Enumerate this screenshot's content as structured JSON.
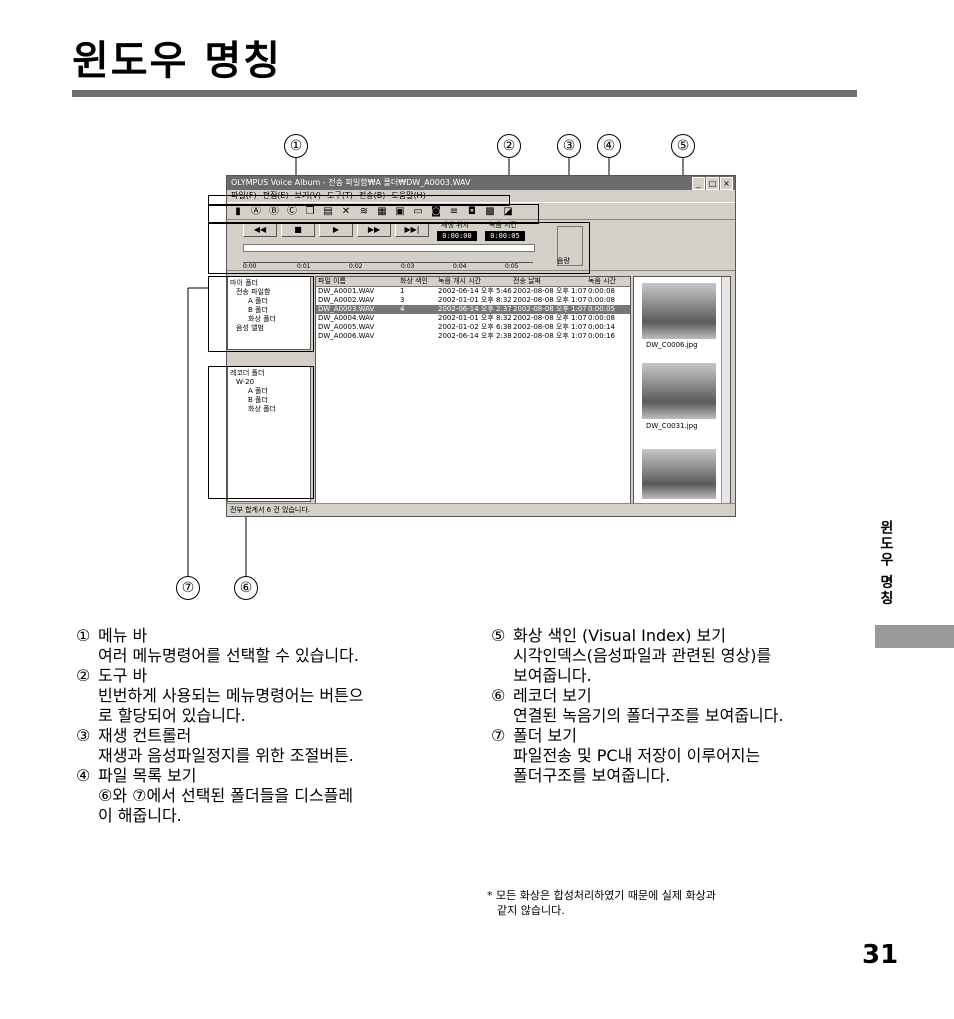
{
  "header": {
    "title": "윈도우 명칭"
  },
  "side_tab": {
    "label": "윈도우 명칭"
  },
  "callouts": [
    "①",
    "②",
    "③",
    "④",
    "⑤",
    "⑦",
    "⑥"
  ],
  "app": {
    "title": "OLYMPUS Voice Album - 전송 파일함₩A 폴더₩DW_A0003.WAV",
    "window_buttons": [
      "_",
      "□",
      "×"
    ],
    "menu": [
      "파일(F)",
      "편집(E)",
      "보기(V)",
      "도구(T)",
      "전송(B)",
      "도움말(H)"
    ],
    "toolbar_icons": [
      "record-icon",
      "a-icon",
      "b-icon",
      "c-icon",
      "copy-icon",
      "paste-icon",
      "delete-icon",
      "sort-icon",
      "view-icon",
      "grid-icon",
      "card-icon",
      "camera-icon",
      "bar-icon",
      "image-icon",
      "film-icon",
      "link-icon"
    ],
    "player": {
      "buttons": [
        "◀◀",
        "■",
        "▶",
        "▶▶",
        "▶▶|"
      ],
      "position_label": "재생 위치",
      "position_value": "0:00:00",
      "duration_label": "녹음 시간",
      "duration_value": "0:00:05",
      "volume_label": "음량",
      "scale_ticks": [
        "0:00",
        "0:01",
        "0:02",
        "0:03",
        "0:04",
        "0:05"
      ]
    },
    "my_folders": [
      "마이 폴더",
      "전송 파일함",
      "A 폴더",
      "B 폴더",
      "화상 폴더",
      "음성 앨범"
    ],
    "recorder_folders": [
      "레코더 폴더",
      "W-20",
      "A 폴더",
      "B 폴더",
      "화상 폴더"
    ],
    "file_list": {
      "columns": [
        "파일 이름",
        "화상 색인",
        "녹음 개시 시간",
        "전송 날짜",
        "녹음 시간"
      ],
      "rows": [
        [
          "DW_A0001.WAV",
          "1",
          "2002-06-14 오후 5:46",
          "2002-08-08 오후 1:07",
          "0:00:08"
        ],
        [
          "DW_A0002.WAV",
          "3",
          "2002-01-01 오후 8:32",
          "2002-08-08 오후 1:07",
          "0:00:08"
        ],
        [
          "DW_A0003.WAV",
          "4",
          "2002-06-14 오후 2:37",
          "2002-08-08 오후 1:07",
          "0:00:05"
        ],
        [
          "DW_A0004.WAV",
          "",
          "2002-01-01 오후 8:32",
          "2002-08-08 오후 1:07",
          "0:00:08"
        ],
        [
          "DW_A0005.WAV",
          "",
          "2002-01-02 오후 6:38",
          "2002-08-08 오후 1:07",
          "0:00:14"
        ],
        [
          "DW_A0006.WAV",
          "",
          "2002-06-14 오후 2:38",
          "2002-08-08 오후 1:07",
          "0:00:16"
        ]
      ],
      "selected_index": 2
    },
    "thumbnails": [
      "DW_C0006.jpg",
      "DW_C0031.jpg"
    ],
    "status": "전부 합계서 6 건 있습니다."
  },
  "descriptions_left": [
    {
      "num": "①",
      "title": "메뉴 바",
      "lines": [
        "여러 메뉴명령어를 선택할 수 있습니다."
      ]
    },
    {
      "num": "②",
      "title": "도구 바",
      "lines": [
        "빈번하게 사용되는 메뉴명령어는 버튼으",
        "로 할당되어 있습니다."
      ]
    },
    {
      "num": "③",
      "title": "재생 컨트롤러",
      "lines": [
        "재생과 음성파일정지를 위한 조절버튼."
      ]
    },
    {
      "num": "④",
      "title": "파일 목록 보기",
      "lines": [
        "⑥와 ⑦에서 선택된 폴더들을 디스플레",
        "이 해줍니다."
      ]
    }
  ],
  "descriptions_right": [
    {
      "num": "⑤",
      "title": "화상 색인 (Visual Index) 보기",
      "lines": [
        "시각인덱스(음성파일과 관련된 영상)를",
        "보여줍니다."
      ]
    },
    {
      "num": "⑥",
      "title": "레코더 보기",
      "lines": [
        "연결된 녹음기의 폴더구조를 보여줍니다."
      ]
    },
    {
      "num": "⑦",
      "title": "폴더 보기",
      "lines": [
        "파일전송 및 PC내 저장이 이루어지는",
        "폴더구조를 보여줍니다."
      ]
    }
  ],
  "footnote": {
    "line1": "* 모든 화상은 합성처리하였기 때문에 실제 화상과",
    "line2": "같지 않습니다."
  },
  "page_number": "31"
}
